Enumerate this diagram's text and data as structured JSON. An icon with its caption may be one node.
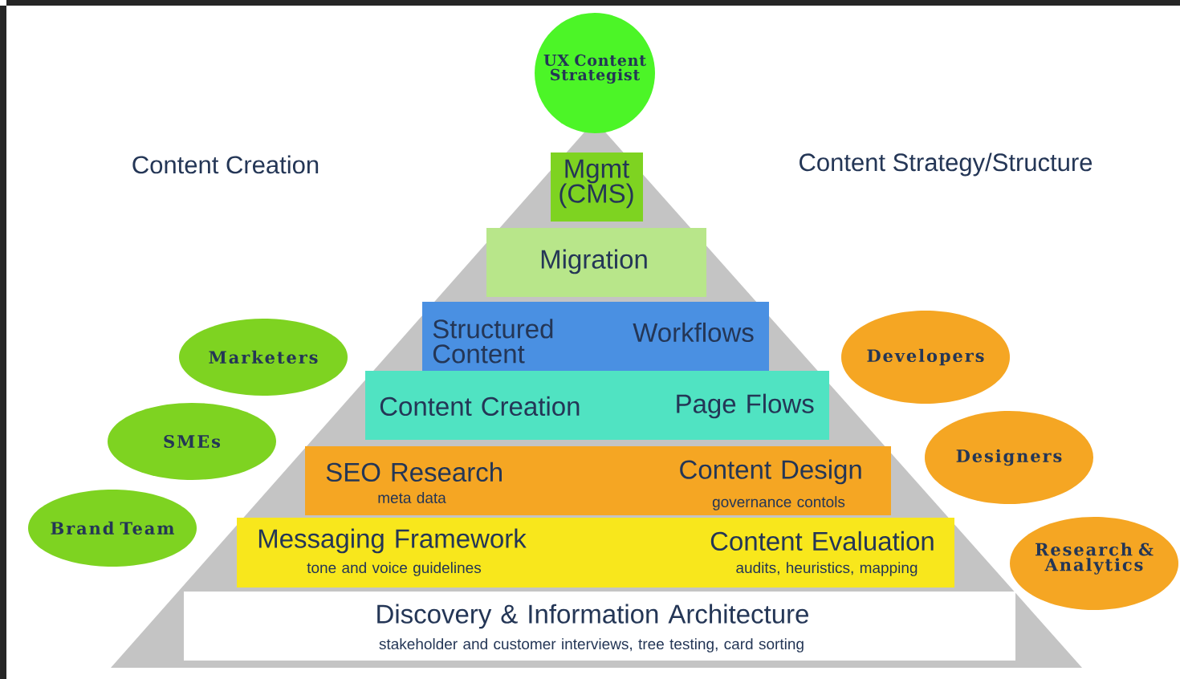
{
  "diagram": {
    "nodes": [
      {
        "text": [
          "UX Content Strategist"
        ]
      },
      {
        "text": [
          "Mgmt (CMS)"
        ]
      },
      {
        "text": [
          "Migration"
        ]
      },
      {
        "text": [
          "Structured Content",
          "Workflows"
        ]
      },
      {
        "text": [
          "Content Creation",
          "Page Flows"
        ]
      },
      {
        "text": [
          "SEO Research",
          "meta data",
          "Content Design",
          "governance contols"
        ]
      },
      {
        "text": [
          "Messaging Framework",
          "tone and voice guidelines",
          "Content Evaluation",
          "audits, heuristics, mapping"
        ]
      },
      {
        "text": [
          "Discovery & Information Architecture",
          "stakeholder and customer interviews, tree testing, card sorting"
        ]
      },
      {
        "text": [
          "Marketers"
        ]
      },
      {
        "text": [
          "SMEs"
        ]
      },
      {
        "text": [
          "Brand Team"
        ]
      },
      {
        "text": [
          "Developers"
        ]
      },
      {
        "text": [
          "Designers"
        ]
      },
      {
        "text": [
          "Research & Analytics"
        ]
      }
    ],
    "labels": [
      "Content Creation",
      "Content Strategy/Structure"
    ]
  }
}
